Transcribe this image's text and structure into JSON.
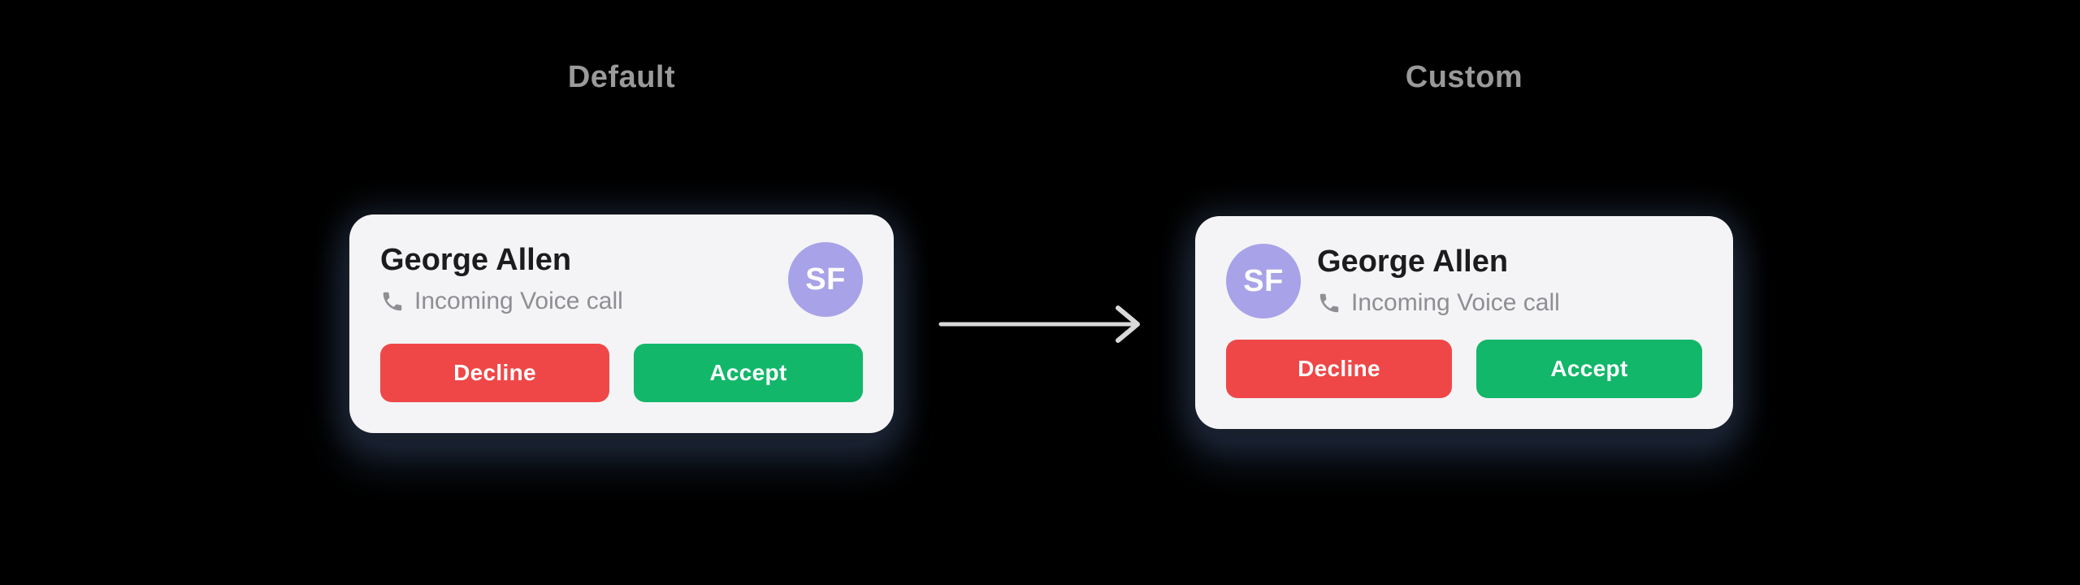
{
  "titles": {
    "default": "Default",
    "custom": "Custom"
  },
  "call_card": {
    "name": "George Allen",
    "status": "Incoming Voice call",
    "avatar_initials": "SF",
    "buttons": {
      "decline": "Decline",
      "accept": "Accept"
    }
  },
  "icons": {
    "phone": "phone-icon",
    "arrow": "arrow-right-icon"
  },
  "colors": {
    "background": "#000000",
    "card_bg": "#f4f4f6",
    "decline_red": "#ef4747",
    "accept_green": "#12b76a",
    "avatar_purple": "#a8a2e8",
    "title_gray": "#9a9a9a",
    "subtitle_gray": "#8e8e93",
    "name_dark": "#1c1c1e",
    "arrow_gray": "#d9d9d9",
    "button_text": "#ffffff"
  }
}
